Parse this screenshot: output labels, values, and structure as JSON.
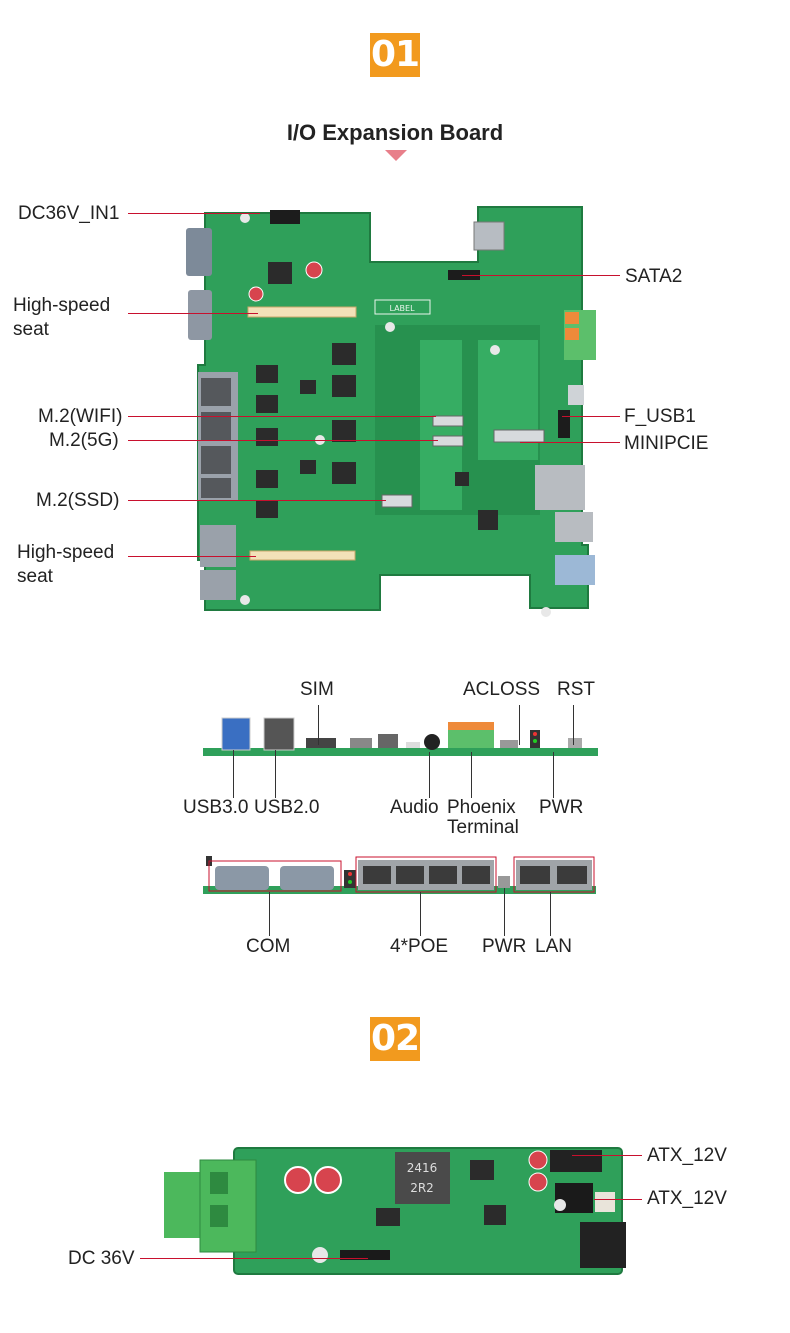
{
  "section1": {
    "badge": "01",
    "title": "I/O Expansion Board"
  },
  "section2": {
    "badge": "02"
  },
  "board1_labels": {
    "dc36v_in1": "DC36V_IN1",
    "high_speed_seat_top": "High-speed seat",
    "m2_wifi": "M.2(WIFI)",
    "m2_5g": "M.2(5G)",
    "m2_ssd": "M.2(SSD)",
    "high_speed_seat_bottom": "High-speed seat",
    "sata2": "SATA2",
    "f_usb1": "F_USB1",
    "minipcie": "MINIPCIE"
  },
  "board1_silkscreen": {
    "label": "LABEL"
  },
  "edge_top_labels": {
    "sim": "SIM",
    "acloss": "ACLOSS",
    "rst": "RST",
    "usb30": "USB3.0",
    "usb20": "USB2.0",
    "audio": "Audio",
    "phoenix": "Phoenix",
    "terminal": "Terminal",
    "pwr": "PWR"
  },
  "edge_bottom_labels": {
    "com": "COM",
    "poe": "4*POE",
    "pwr": "PWR",
    "lan": "LAN"
  },
  "board2_labels": {
    "atx_12v_top": "ATX_12V",
    "atx_12v_mid": "ATX_12V",
    "dc_36v": "DC 36V"
  },
  "board2_silkscreen": {
    "chip": "2R2",
    "chip2": "2416"
  },
  "colors": {
    "badge": "#f29a1e",
    "pcb": "#2fa05a",
    "pcb_dark": "#1f7a40",
    "leader": "#c8102e",
    "arrow": "#e87f8a"
  }
}
